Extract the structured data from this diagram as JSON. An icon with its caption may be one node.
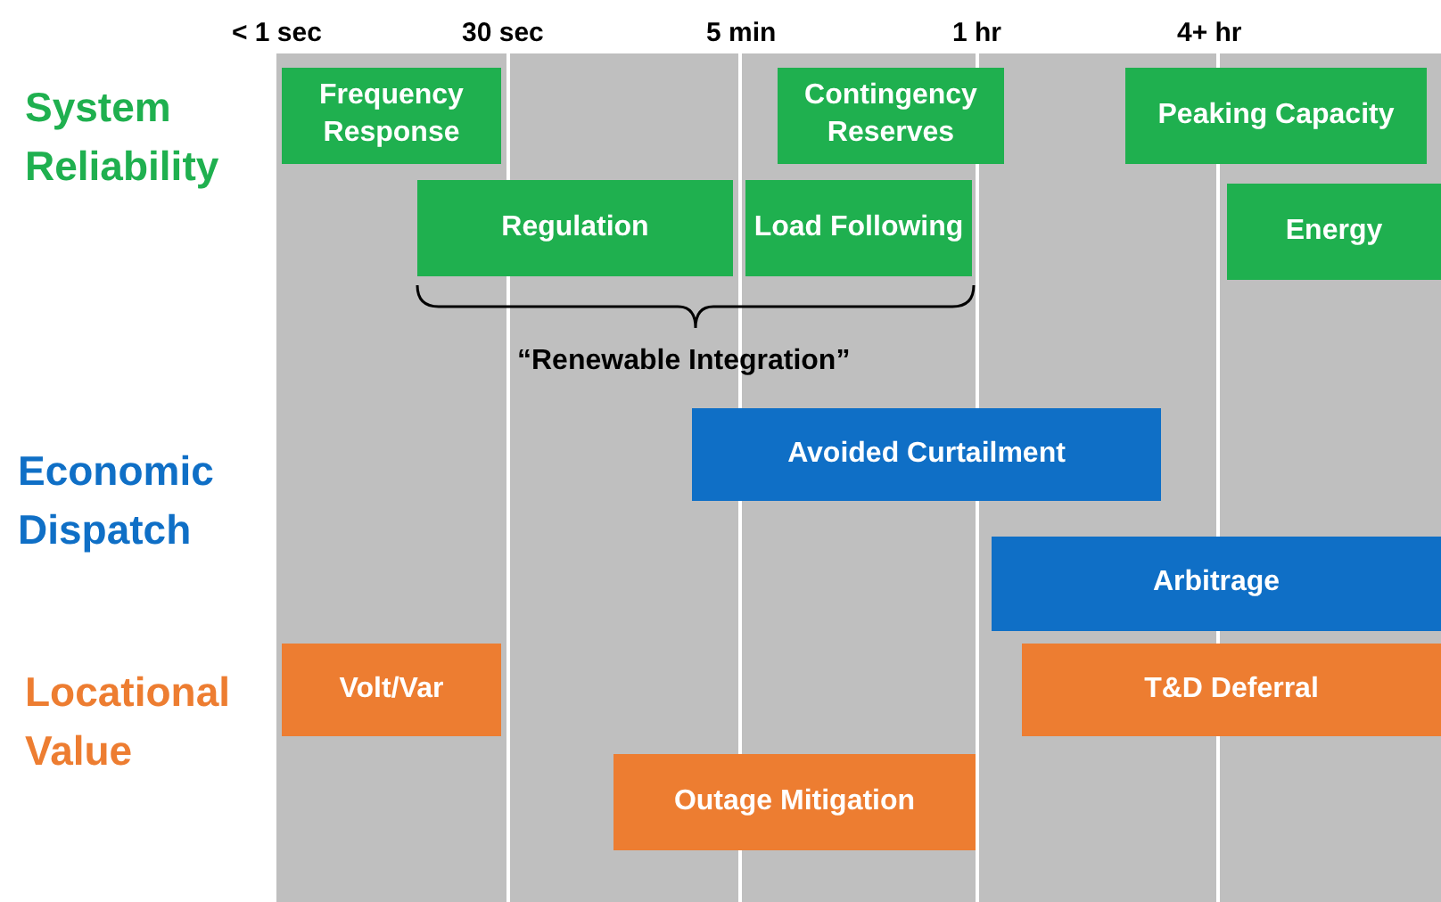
{
  "diagram": {
    "nodes": [
      {
        "text": [
          "Frequency Response"
        ]
      },
      {
        "text": [
          "Contingency Reserves"
        ]
      },
      {
        "text": [
          "Peaking Capacity"
        ]
      },
      {
        "text": [
          "Regulation"
        ]
      },
      {
        "text": [
          "Load Following"
        ]
      },
      {
        "text": [
          "Energy"
        ]
      },
      {
        "text": [
          "Avoided Curtailment"
        ]
      },
      {
        "text": [
          "Arbitrage"
        ]
      },
      {
        "text": [
          "Volt/Var"
        ]
      },
      {
        "text": [
          "T&D Deferral"
        ]
      },
      {
        "text": [
          "Outage Mitigation"
        ]
      }
    ],
    "labels": [
      "< 1 sec",
      "30 sec",
      "5 min",
      "1 hr",
      "4+ hr",
      "System Reliability",
      "“Renewable Integration”",
      "Economic Dispatch",
      "Locational Value"
    ]
  }
}
